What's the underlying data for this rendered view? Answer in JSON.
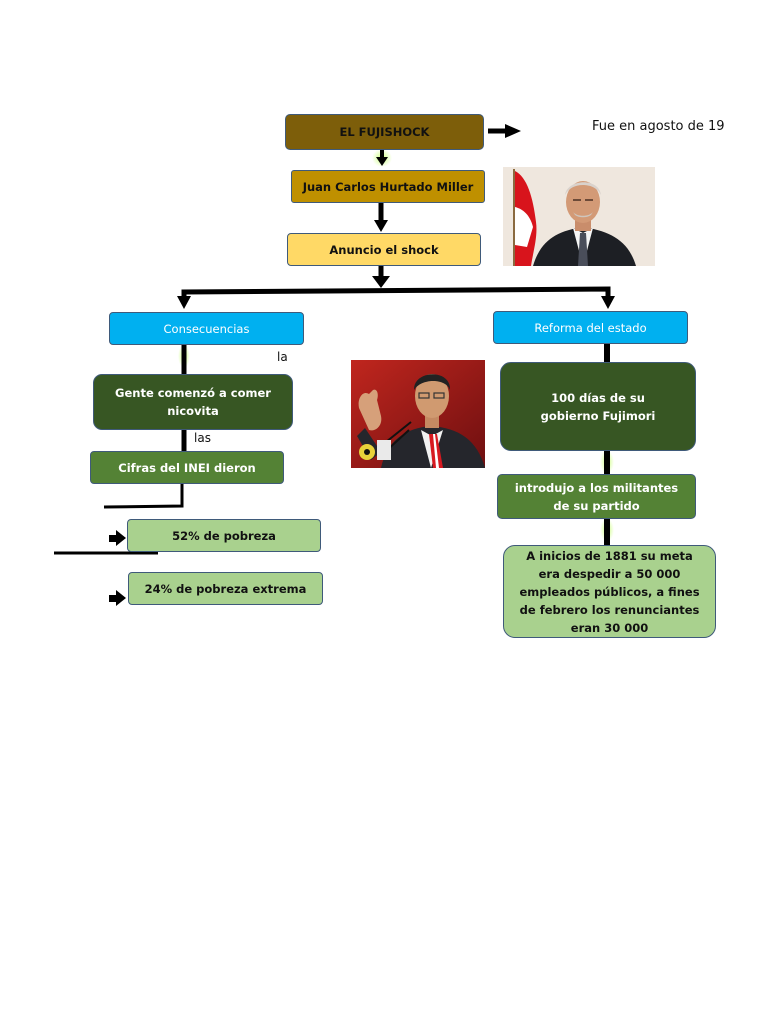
{
  "nodes": {
    "fujishock": "EL FUJISHOCK",
    "hurtado": "Juan Carlos Hurtado Miller",
    "anuncio": "Anuncio el shock",
    "consecuencias": "Consecuencias",
    "reforma": "Reforma del estado",
    "gente": "Gente comenzó a comer nicovita",
    "cifras": "Cifras del INEI dieron",
    "pobreza": "52% de pobreza",
    "extrema": "24% de pobreza extrema",
    "cien_dias": "100 días de su gobierno Fujimori",
    "militantes": "introdujo a los militantes de su partido",
    "inicios": "A inicios de 1881 su meta era despedir a 50 000 empleados públicos, a fines de febrero los renunciantes eran 30 000"
  },
  "labels": {
    "fecha": "Fue en agosto de 19",
    "la": "la",
    "las": "las"
  },
  "colors": {
    "fujishock": "#7d5e0a",
    "hurtado": "#bf9000",
    "anuncio": "#ffd966",
    "blue": "#00b0f0",
    "dark_green": "#375623",
    "mid_green": "#548235",
    "light_green": "#a9d18e"
  },
  "icons": [
    "arrow-right-icon",
    "arrow-down-icon",
    "peru-flag-icon"
  ]
}
